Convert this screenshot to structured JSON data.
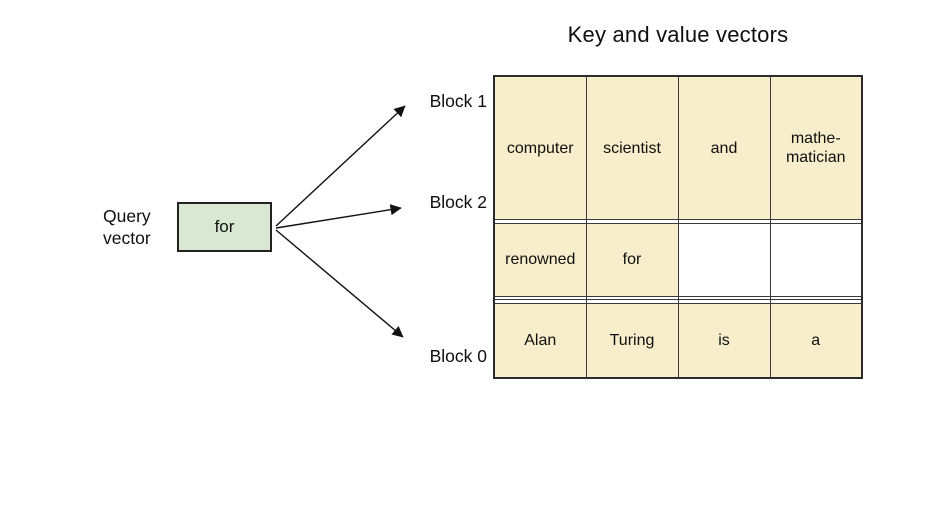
{
  "title": "Key and value vectors",
  "query": {
    "label_lines": [
      "Query",
      "vector"
    ],
    "box_text": "for"
  },
  "blocks": [
    {
      "label": "Block 1",
      "row_index": 0
    },
    {
      "label": "Block 2",
      "row_index": 2
    },
    {
      "label": "Block 0",
      "row_index": 5
    }
  ],
  "table": {
    "rows": [
      {
        "cells": [
          {
            "text": "computer",
            "highlight": true
          },
          {
            "text": "scientist",
            "highlight": true
          },
          {
            "text": "and",
            "highlight": true
          },
          {
            "text": "mathe-matician",
            "highlight": true
          }
        ]
      },
      {
        "cells": [
          {
            "text": "",
            "highlight": false
          },
          {
            "text": "",
            "highlight": false
          },
          {
            "text": "",
            "highlight": false
          },
          {
            "text": "",
            "highlight": false
          }
        ]
      },
      {
        "cells": [
          {
            "text": "renowned",
            "highlight": true
          },
          {
            "text": "for",
            "highlight": true
          },
          {
            "text": "",
            "highlight": false
          },
          {
            "text": "",
            "highlight": false
          }
        ]
      },
      {
        "cells": [
          {
            "text": "",
            "highlight": false
          },
          {
            "text": "",
            "highlight": false
          },
          {
            "text": "",
            "highlight": false
          },
          {
            "text": "",
            "highlight": false
          }
        ]
      },
      {
        "cells": [
          {
            "text": "",
            "highlight": false
          },
          {
            "text": "",
            "highlight": false
          },
          {
            "text": "",
            "highlight": false
          },
          {
            "text": "",
            "highlight": false
          }
        ]
      },
      {
        "cells": [
          {
            "text": "Alan",
            "highlight": true
          },
          {
            "text": "Turing",
            "highlight": true
          },
          {
            "text": "is",
            "highlight": true
          },
          {
            "text": "a",
            "highlight": true
          }
        ]
      }
    ]
  },
  "colors": {
    "highlight_cell": "#f8eecb",
    "query_box_fill": "#d9e8d2",
    "table_border": "#333333",
    "arrow": "#111111",
    "text": "#0f0f0f"
  }
}
